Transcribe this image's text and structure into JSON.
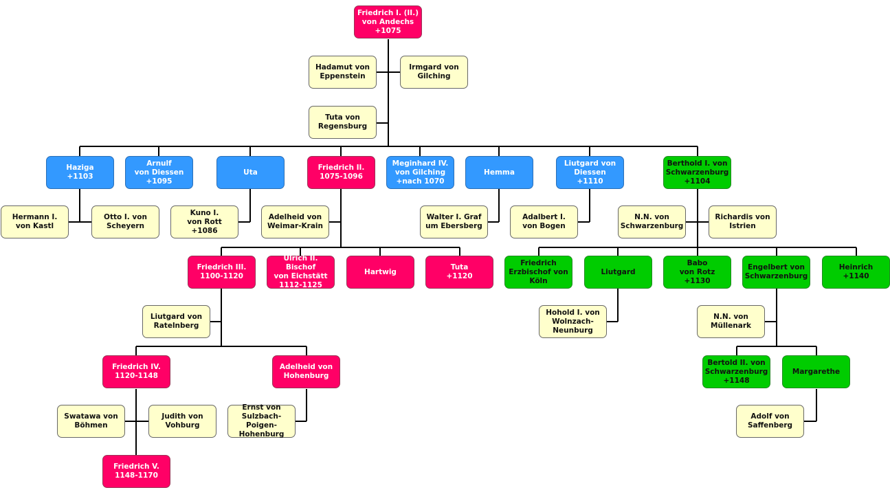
{
  "nodes": {
    "friedrich_i": "Friedrich I. (II.)\nvon Andechs\n+1075",
    "hadamut": "Hadamut von\nEppenstein",
    "irmgard": "Irmgard von\nGilching",
    "tuta_regensburg": "Tuta von\nRegensburg",
    "haziga": "Haziga\n+1103",
    "arnulf": "Arnulf\nvon Diessen\n+1095",
    "uta": "Uta",
    "friedrich_ii": "Friedrich II.\n1075-1096",
    "meginhard": "Meginhard IV.\nvon Gilching\n+nach 1070",
    "hemma": "Hemma",
    "liutgard_diessen": "Liutgard von\nDiessen\n+1110",
    "berthold_i": "Berthold I. von\nSchwarzenburg\n+1104",
    "hermann": "Hermann I.\nvon Kastl",
    "otto": "Otto I. von\nScheyern",
    "kuno": "Kuno I.\nvon Rott\n+1086",
    "adelheid_weimar": "Adelheid von\nWeimar-Krain",
    "walter": "Walter I. Graf\num Ebersberg",
    "adalbert": "Adalbert I.\nvon Bogen",
    "nn_schwarzenburg": "N.N. von\nSchwarzenburg",
    "richardis": "Richardis von\nIstrien",
    "friedrich_iii": "Friedrich III.\n1100-1120",
    "ulrich": "Ulrich II. Bischof\nvon Eichstätt\n1112-1125",
    "hartwig": "Hartwig",
    "tuta_1120": "Tuta\n+1120",
    "friedrich_koln": "Friedrich\nErzbischof von\nKöln",
    "liutgard_green": "Liutgard",
    "babo": "Babo\nvon Rotz\n+1130",
    "engelbert": "Engelbert von\nSchwarzenburg",
    "heinrich": "Heinrich\n+1140",
    "liutgard_ratelnberg": "Liutgard von\nRatelnberg",
    "hohold": "Hohold I. von\nWolnzach-\nNeunburg",
    "nn_mullenark": "N.N. von\nMüllenark",
    "friedrich_iv": "Friedrich IV.\n1120-1148",
    "adelheid_hohenburg": "Adelheid von\nHohenburg",
    "bertold_ii": "Bertold II. von\nSchwarzenburg\n+1148",
    "margarethe": "Margarethe",
    "swatawa": "Swatawa von\nBöhmen",
    "judith": "Judith von\nVohburg",
    "ernst": "Ernst von\nSulzbach-Poigen-\nHohenburg",
    "adolf": "Adolf von\nSaffenberg",
    "friedrich_v": "Friedrich V.\n1148-1170"
  },
  "colors": {
    "magenta": "#ff0066",
    "blue": "#3399ff",
    "green": "#00cc00",
    "cream": "#ffffcc",
    "shadow": "#a6a6a6"
  }
}
